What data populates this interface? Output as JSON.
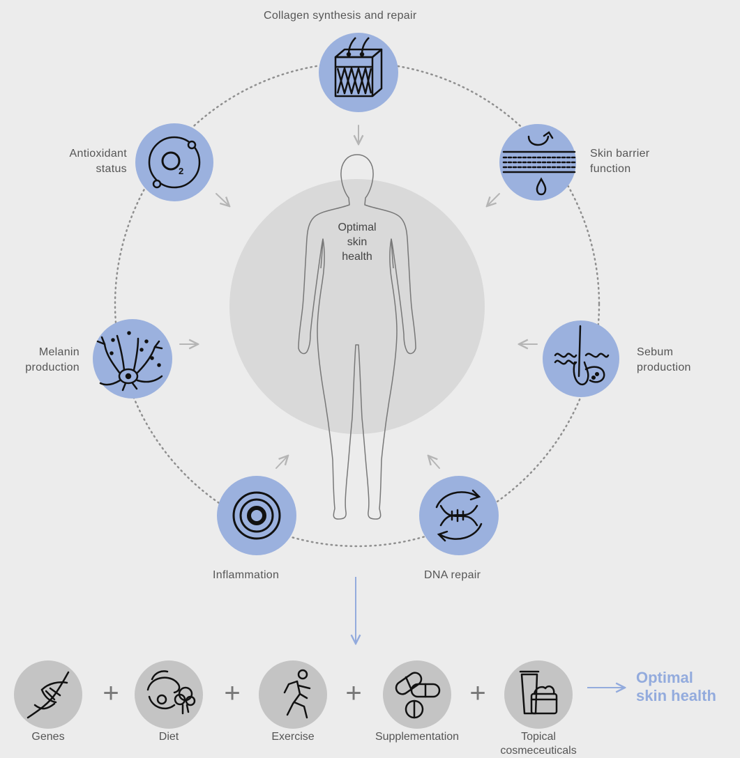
{
  "colors": {
    "background": "#ececec",
    "factor_circle": "#9bb1de",
    "center_circle": "#d9d9d9",
    "bottom_circle": "#c4c4c4",
    "accent_text": "#93abdd",
    "arrow_grey": "#b5b5b5"
  },
  "center": {
    "line1": "Optimal",
    "line2": "skin",
    "line3": "health"
  },
  "factors": {
    "collagen": {
      "label": "Collagen synthesis and repair",
      "icon": "skin-layers-icon"
    },
    "barrier": {
      "line1": "Skin barrier",
      "line2": "function",
      "icon": "skin-barrier-icon"
    },
    "sebum": {
      "line1": "Sebum",
      "line2": "production",
      "icon": "hair-follicle-icon"
    },
    "dna_repair": {
      "label": "DNA repair",
      "icon": "dna-cycle-icon"
    },
    "inflammation": {
      "label": "Inflammation",
      "icon": "target-rings-icon"
    },
    "melanin": {
      "line1": "Melanin",
      "line2": "production",
      "icon": "melanocyte-icon"
    },
    "antioxidant": {
      "line1": "Antioxidant",
      "line2": "status",
      "icon": "oxygen-molecule-icon",
      "symbol": "O",
      "subscript": "2"
    }
  },
  "bottom": {
    "items": [
      {
        "label": "Genes",
        "icon": "dna-icon"
      },
      {
        "label": "Diet",
        "icon": "food-icon"
      },
      {
        "label": "Exercise",
        "icon": "runner-icon"
      },
      {
        "label": "Supplementation",
        "icon": "pills-icon"
      },
      {
        "line1": "Topical",
        "line2": "cosmeceuticals",
        "icon": "cream-jar-icon"
      }
    ],
    "plus": "+",
    "result": {
      "line1": "Optimal",
      "line2": "skin health"
    }
  }
}
